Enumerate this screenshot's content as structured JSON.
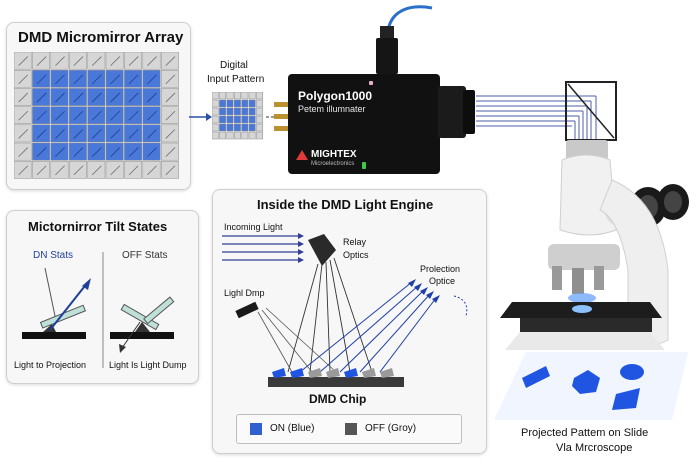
{
  "dmd_array": {
    "title": "DMD Micromirror Array"
  },
  "input_pattern": {
    "label_line1": "Digital",
    "label_line2": "Input Pattern"
  },
  "device": {
    "model": "Polygon1000",
    "subtitle": "Petem illumnater",
    "brand": "MIGHTEX",
    "brand_sub": "Microelectronics"
  },
  "tilt_states": {
    "title": "Mictornirror Tilt States",
    "on_label": "DN Stats",
    "off_label": "OFF Stats",
    "on_caption": "Light to Projection",
    "off_caption": "Light Is Light Dump"
  },
  "engine": {
    "title": "Inside the DMD Light Engine",
    "incoming": "Incoming Light",
    "relay_line1": "Relay",
    "relay_line2": "Optics",
    "dump": "Lighl Dmp",
    "projection_line1": "Prolection",
    "projection_line2": "Optice",
    "chip": "DMD Chip",
    "legend_on": "ON (Blue)",
    "legend_off": "OFF (Groy)"
  },
  "microscope": {
    "caption_line1": "Projected Pattem on Slide",
    "caption_line2": "Vla Mrcroscope"
  },
  "colors": {
    "on_blue": "#2f5fd0",
    "off_gray": "#555555",
    "beam": "#4b5ea8"
  }
}
